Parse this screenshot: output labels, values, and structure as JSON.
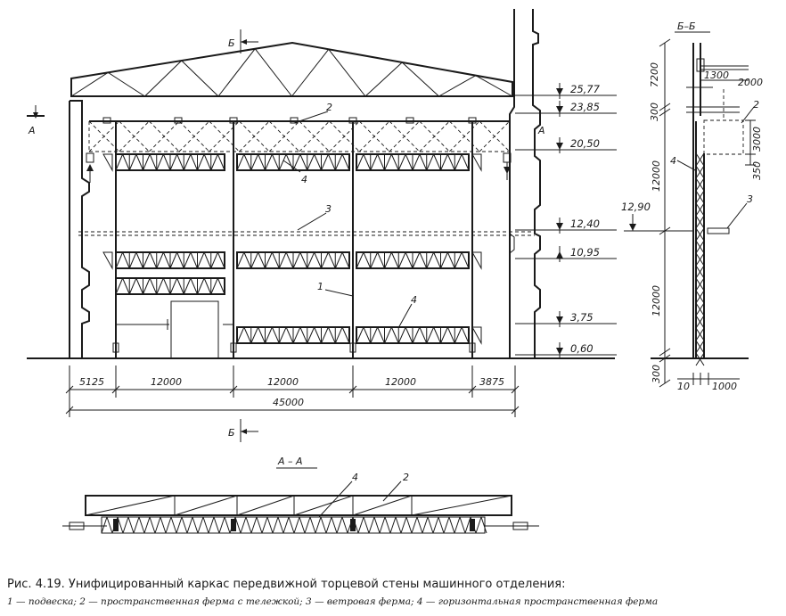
{
  "labels": {
    "level_marks": [
      "25,77",
      "23,85",
      "20,50",
      "12,40",
      "10,95",
      "3,75",
      "0,60"
    ],
    "bay_dims": [
      "5125",
      "12000",
      "12000",
      "12000",
      "3875"
    ],
    "overall_dim": "45000",
    "section_label": "Б",
    "cut_label": "А",
    "callouts": [
      "1",
      "2",
      "3",
      "4"
    ],
    "section_bb": {
      "title": "Б–Б",
      "vertical_dims": [
        "7200",
        "300",
        "12000",
        "12000",
        "300"
      ],
      "top_dims": [
        "1300",
        "2000"
      ],
      "right_dims": [
        "3000",
        "350"
      ],
      "bottom_dims": [
        "10",
        "1000"
      ],
      "level_mark": "12,90",
      "callouts": [
        "2",
        "3",
        "4"
      ]
    },
    "section_aa": {
      "title": "А – А",
      "callouts": [
        "4",
        "2"
      ]
    }
  },
  "caption": {
    "title": "Рис. 4.19. Унифицированный каркас передвижной торцевой стены машинного отделения:",
    "legend": "1 — подвеска; 2 — пространственная ферма с тележкой; 3 — ветровая ферма; 4 — горизонтальная пространственная ферма"
  }
}
